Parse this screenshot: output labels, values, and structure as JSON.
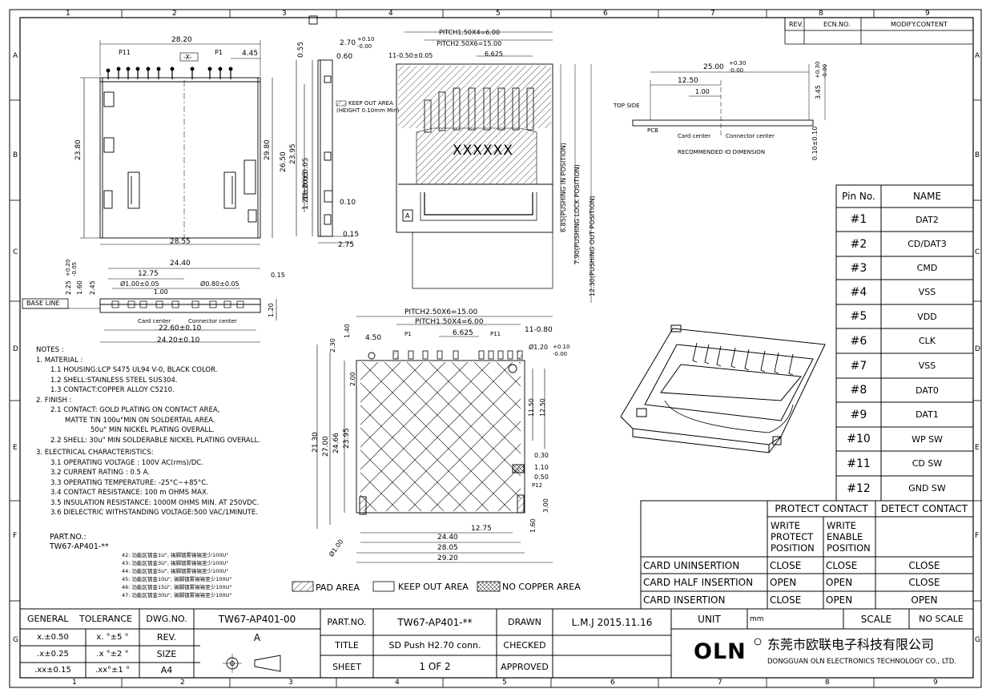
{
  "frame": {
    "col_numbers": [
      "1",
      "2",
      "3",
      "4",
      "5",
      "6",
      "7",
      "8",
      "9"
    ],
    "row_letters": [
      "A",
      "B",
      "C",
      "D",
      "E",
      "F",
      "G"
    ]
  },
  "revision_table": {
    "rev": "REV.",
    "ecn": "ECN.NO.",
    "modify": "MODIFY.CONTENT"
  },
  "top_view": {
    "dims": [
      "28.20",
      "P11",
      "P1",
      "4.45",
      "-X-",
      "23.80",
      "29.80",
      "28.55",
      "23.95",
      "26.50"
    ]
  },
  "side_view": {
    "dims": [
      "0.55",
      "2.70",
      "+0.10",
      "-0.00",
      "0.60",
      "11.20±0.05",
      "1.20±0.05",
      "0.10",
      "0.15",
      "2.75"
    ]
  },
  "front_view": {
    "dims": [
      "PITCH1.50X4=6.00",
      "PITCH2.50X6=15.00",
      "11-0.50±0.05",
      "6.625",
      "6.85(PUSHING IN POSITION)",
      "7.90(PUSHING LOCK POSITION)",
      "12.30(PUSHING OUT POSITION)"
    ],
    "keepout_label": "KEEP OUT AREA",
    "keepout_sub": "(HEIGHT 0.10mm Min)",
    "marking": "XXXXXX",
    "corner_mark": "A"
  },
  "io_dimension": {
    "dims": [
      "25.00",
      "+0.30",
      "-0.00",
      "12.50",
      "1.00",
      "3.45",
      "+0.30",
      "-0.00",
      "0.10±0.10"
    ],
    "top_side": "TOP SIDE",
    "pcb": "PCB",
    "card_center": "Card center",
    "connector_center": "Connector center",
    "title": "RECOMMENDED IO DIMENSION"
  },
  "base_view": {
    "base_line": "BASE LINE",
    "dims": [
      "24.40",
      "12.75",
      "Ø1.00±0.05",
      "Ø0.80±0.05",
      "1.00",
      "0.15",
      "2.45",
      "1.60",
      "2.25",
      "+0.20",
      "-0.05",
      "1.20",
      "22.60±0.10",
      "24.20±0.10"
    ],
    "card_center": "Card center",
    "connector_center": "Connector center"
  },
  "pcb_layout": {
    "dims": [
      "PITCH2.50X6=15.00",
      "PITCH1.50X4=6.00",
      "6.625",
      "11-0.80",
      "P1",
      "P11",
      "4.50",
      "1.40",
      "2.30",
      "2.00",
      "Ø1.20",
      "+0.10",
      "-0.00",
      "11.50",
      "12.50",
      "21.30",
      "27.00",
      "24.66",
      "23.95",
      "0.30",
      "1.10",
      "0.50",
      "P12",
      "3.00",
      "1.60",
      "12.75",
      "24.40",
      "28.05",
      "29.20",
      "Ø1.00"
    ]
  },
  "notes": [
    "NOTES :",
    "1. MATERIAL :",
    "1.1 HOUSING:LCP S475 UL94 V-0, BLACK COLOR.",
    "1.2 SHELL:STAINLESS STEEL SUS304.",
    "1.3 CONTACT:COPPER ALLOY C5210.",
    "2. FINISH :",
    "2.1 CONTACT: GOLD PLATING ON CONTACT AREA,",
    "MATTE TIN 100u\"MIN ON SOLDERTAIL AREA.",
    "50u\" MIN NICKEL PLATING OVERALL.",
    "2.2 SHELL: 30u\" MIN SOLDERABLE NICKEL PLATING OVERALL.",
    "3. ELECTRICAL CHARACTERISTICS:",
    "3.1 OPERATING VOLTAGE : 100V AC(rms)/DC.",
    "3.2 CURRENT RATING : 0.5 A.",
    "3.3 OPERATING TEMPERATURE: -25°C~+85°C.",
    "3.4 CONTACT RESISTANCE: 100 m OHMS MAX.",
    "3.5 INSULATION RESISTANCE: 1000M OHMS MIN. AT 250VDC.",
    "3.6 DIELECTRIC WITHSTANDING VOLTAGE:500 VAC/1MINUTE."
  ],
  "part_no": {
    "label": "PART.NO.:",
    "value": "TW67-AP401-**",
    "options": [
      "42: 功能区镀金1U\", 锡脚镀雾锡锡至少100U\"",
      "43: 功能区镀金3U\", 锡脚镀雾锡锡至少100U\"",
      "44: 功能区镀金5U\", 锡脚镀雾锡锡至少100U\"",
      "45: 功能区镀金10U\", 锡脚镀雾锡锡至少100U\"",
      "46: 功能区镀金15U\", 锡脚镀雾锡锡至少100U\"",
      "47: 功能区镀金30U\", 锡脚镀雾锡锡至少100U\""
    ]
  },
  "legend": {
    "pad": "PAD AREA",
    "keepout": "KEEP OUT AREA",
    "nocopper": "NO COPPER AREA"
  },
  "pin_table": {
    "headers": [
      "Pin No.",
      "NAME"
    ],
    "rows": [
      [
        "#1",
        "DAT2"
      ],
      [
        "#2",
        "CD/DAT3"
      ],
      [
        "#3",
        "CMD"
      ],
      [
        "#4",
        "VSS"
      ],
      [
        "#5",
        "VDD"
      ],
      [
        "#6",
        "CLK"
      ],
      [
        "#7",
        "VSS"
      ],
      [
        "#8",
        "DAT0"
      ],
      [
        "#9",
        "DAT1"
      ],
      [
        "#10",
        "WP SW"
      ],
      [
        "#11",
        "CD SW"
      ],
      [
        "#12",
        "GND SW"
      ]
    ]
  },
  "switch_table": {
    "headers": [
      "PROTECT CONTACT",
      "DETECT CONTACT"
    ],
    "sub_protect": "WRITE PROTECT POSITION",
    "sub_enable": "WRITE ENABLE POSITION",
    "rows": [
      [
        "CARD UNINSERTION",
        "CLOSE",
        "CLOSE",
        "CLOSE"
      ],
      [
        "CARD HALF INSERTION",
        "OPEN",
        "OPEN",
        "CLOSE"
      ],
      [
        "CARD INSERTION",
        "CLOSE",
        "OPEN",
        "OPEN"
      ]
    ]
  },
  "title_block": {
    "general_tolerance": "GENERAL TOLERANCE",
    "dwg_no_label": "DWG.NO.",
    "dwg_no": "TW67-AP401-00",
    "tol1": "x.±0.50",
    "tol1b": "x. °±5 °",
    "tol2": ".x±0.25",
    "tol2b": ".x °±2 °",
    "tol3": ".xx±0.15",
    "tol3b": ".xx°±1 °",
    "rev_label": "REV.",
    "rev": "A",
    "size_label": "SIZE",
    "size": "A4",
    "part_no_label": "PART.NO.",
    "part_no": "TW67-AP401-**",
    "title_label": "TITLE",
    "title": "SD Push H2.70 conn.",
    "sheet_label": "SHEET",
    "sheet": "1 OF 2",
    "drawn_label": "DRAWN",
    "drawn": "L.M.J 2015.11.16",
    "checked_label": "CHECKED",
    "approved_label": "APPROVED",
    "unit_label": "UNIT",
    "unit": "mm",
    "scale_label": "SCALE",
    "scale": "NO SCALE",
    "company_logo": "OLN",
    "company_cn": "东莞市欧联电子科技有限公司",
    "company_en": "DONGGUAN OLN ELECTRONICS TECHNOLOGY CO., LTD."
  }
}
